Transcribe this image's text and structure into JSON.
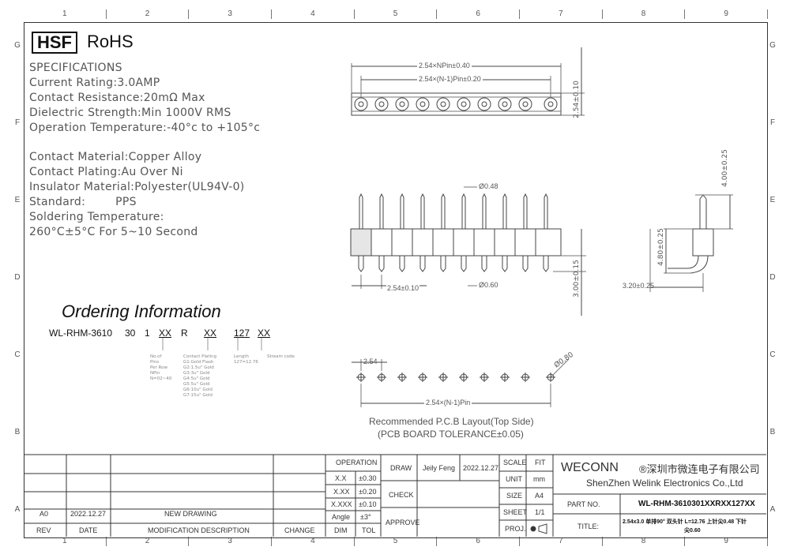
{
  "zones": {
    "columns": [
      "1",
      "2",
      "3",
      "4",
      "5",
      "6",
      "7",
      "8",
      "9"
    ],
    "rows": [
      "G",
      "F",
      "E",
      "D",
      "C",
      "B",
      "A"
    ]
  },
  "header": {
    "hsf": "HSF",
    "rohs": "RoHS"
  },
  "specs": [
    "SPECIFICATIONS",
    "Current Rating:3.0AMP",
    "Contact Resistance:20mΩ Max",
    "Dielectric Strength:Min 1000V RMS",
    "Operation Temperature:-40°c to +105°c",
    "Contact Material:Copper Alloy",
    "Contact Plating:Au Over Ni",
    "Insulator Material:Polyester(UL94V-0)",
    "Standard:        PPS",
    "Soldering Temperature:",
    "260°C±5°C For 5~10 Second"
  ],
  "ordering": {
    "title": "Ordering Information",
    "code_parts": [
      "WL-RHM-3610",
      "30",
      "1",
      "XX",
      "R",
      "XX",
      "127",
      "XX"
    ],
    "notes": {
      "pins": "No.of\nPins\nPer Row\nNPin\nN=02~40",
      "plating": "Contact Plating\nG1:Gold Flash\nG2:1.5u\" Gold\nG3:3u\" Gold\nG4:5u\" Gold\nG5:5u\" Gold\nG6:10u\" Gold\nG7:15u\" Gold",
      "length": "Length\n127=12.76",
      "stream": "Stream code"
    }
  },
  "dims": {
    "top_total": "2.54×NPin±0.40",
    "top_inner": "2.54×(N-1)Pin±0.20",
    "top_height": "2.54±0.10",
    "pin_dia": "Ø0.48",
    "pitch": "2.54±0.10",
    "tail_dia": "Ø0.60",
    "tail_len": "3.00±0.15",
    "side_top": "4.00±0.25",
    "side_body": "4.80±0.25",
    "side_offset": "3.20±0.25",
    "pcb_pitch": "2.54",
    "pcb_hole": "Ø0.80",
    "pcb_span": "2.54×(N-1)Pin",
    "pcb_caption1": "Recommended P.C.B Layout(Top Side)",
    "pcb_caption2": "(PCB BOARD TOLERANCE±0.05)"
  },
  "title_block": {
    "rev_row": {
      "rev": "A0",
      "date": "2022.12.27",
      "desc": "NEW DRAWING"
    },
    "rev_headers": {
      "rev": "REV",
      "date": "DATE",
      "desc": "MODIFICATION DESCRIPTION",
      "change": "CHANGE"
    },
    "tolerance": {
      "header": "OPERATION",
      "rows": [
        {
          "k": "X.X",
          "v": "±0.30"
        },
        {
          "k": "X.XX",
          "v": "±0.20"
        },
        {
          "k": "X.XXX",
          "v": "±0.10"
        },
        {
          "k": "Angle",
          "v": "±3°"
        },
        {
          "k": "DIM",
          "v": "TOL"
        }
      ]
    },
    "draw_label": "DRAW",
    "drawer": "Jeily Feng",
    "draw_date": "2022.12.27",
    "check_label": "CHECK",
    "approve_label": "APPROVE",
    "scale_label": "SCALE",
    "scale_value": "FIT",
    "unit_label": "UNIT",
    "unit_value": "mm",
    "size_label": "SIZE",
    "size_value": "A4",
    "sheet_label": "SHEET",
    "sheet_value": "1/1",
    "proj_label": "PROJ.",
    "company_brand": "WECONN",
    "company_cn": "®深圳市微连电子有限公司",
    "company_en": "ShenZhen Welink Electronics Co.,Ltd",
    "part_no_label": "PART NO.",
    "part_no": "WL-RHM-3610301XXRXX127XX",
    "title_label": "TITLE:",
    "title_line1": "2.54x3.0 单排90° 双头针 L=12.76 上针尖0.48 下针",
    "title_line2": "尖0.60"
  }
}
